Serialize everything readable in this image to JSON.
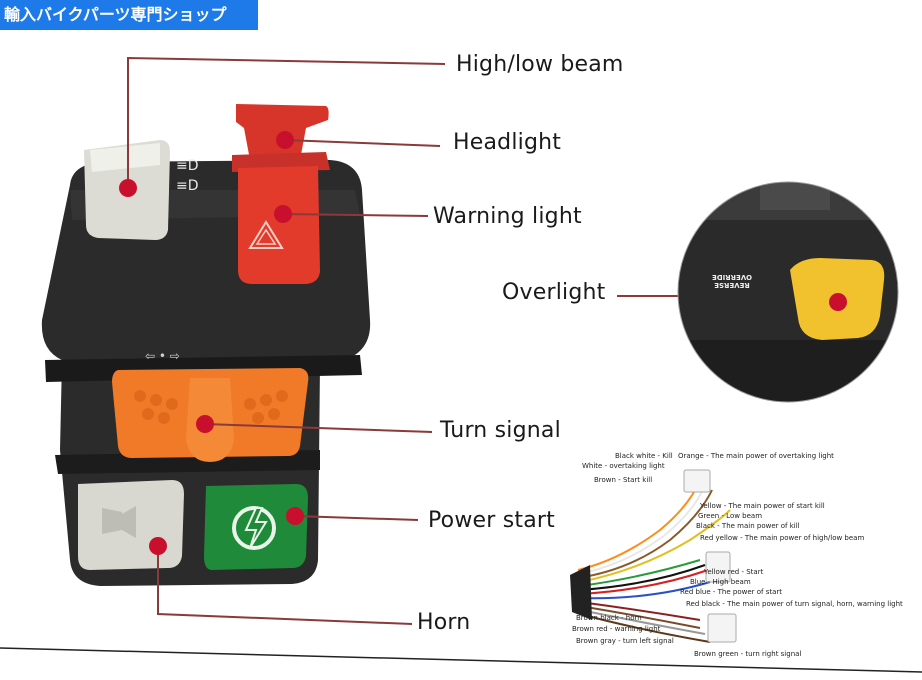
{
  "banner": {
    "shop_name": "輸入バイクパーツ専門ショップ"
  },
  "callouts": {
    "high_low_beam": "High/low beam",
    "headlight": "Headlight",
    "warning_light": "Warning light",
    "overlight": "Overlight",
    "turn_signal": "Turn signal",
    "power_start": "Power start",
    "horn": "Horn"
  },
  "inset": {
    "text_line1": "REVERSE",
    "text_line2": "OVERRIDE"
  },
  "wiring": {
    "orange": "Orange - The main power of overtaking light",
    "black_white": "Black white - Kill",
    "white": "White - overtaking light",
    "brown": "Brown - Start kill",
    "yellow": "Yellow - The main power of start kill",
    "green": "Green - Low beam",
    "black": "Black - The main power of kill",
    "red_yellow": "Red yellow - The main power of high/low beam",
    "yellow_red": "Yellow red - Start",
    "blue": "Blue - High beam",
    "red_blue": "Red blue - The power of start",
    "red_black": "Red black - The main power of turn signal, horn, warning light",
    "brown_black": "Brown black - horn",
    "brown_red": "Brown red - warning light",
    "brown_gray": "Brown gray - turn left signal",
    "brown_green": "Brown green - turn right signal"
  },
  "colors": {
    "banner_bg": "#1e7ae8",
    "housing": "#2a2a2a",
    "red_switch": "#e0382a",
    "orange_switch": "#f07c2a",
    "green_button": "#1f8a3a",
    "yellow_button": "#f2c12e",
    "marker_red": "#c8102e",
    "leader_line": "#8a3a3a"
  }
}
